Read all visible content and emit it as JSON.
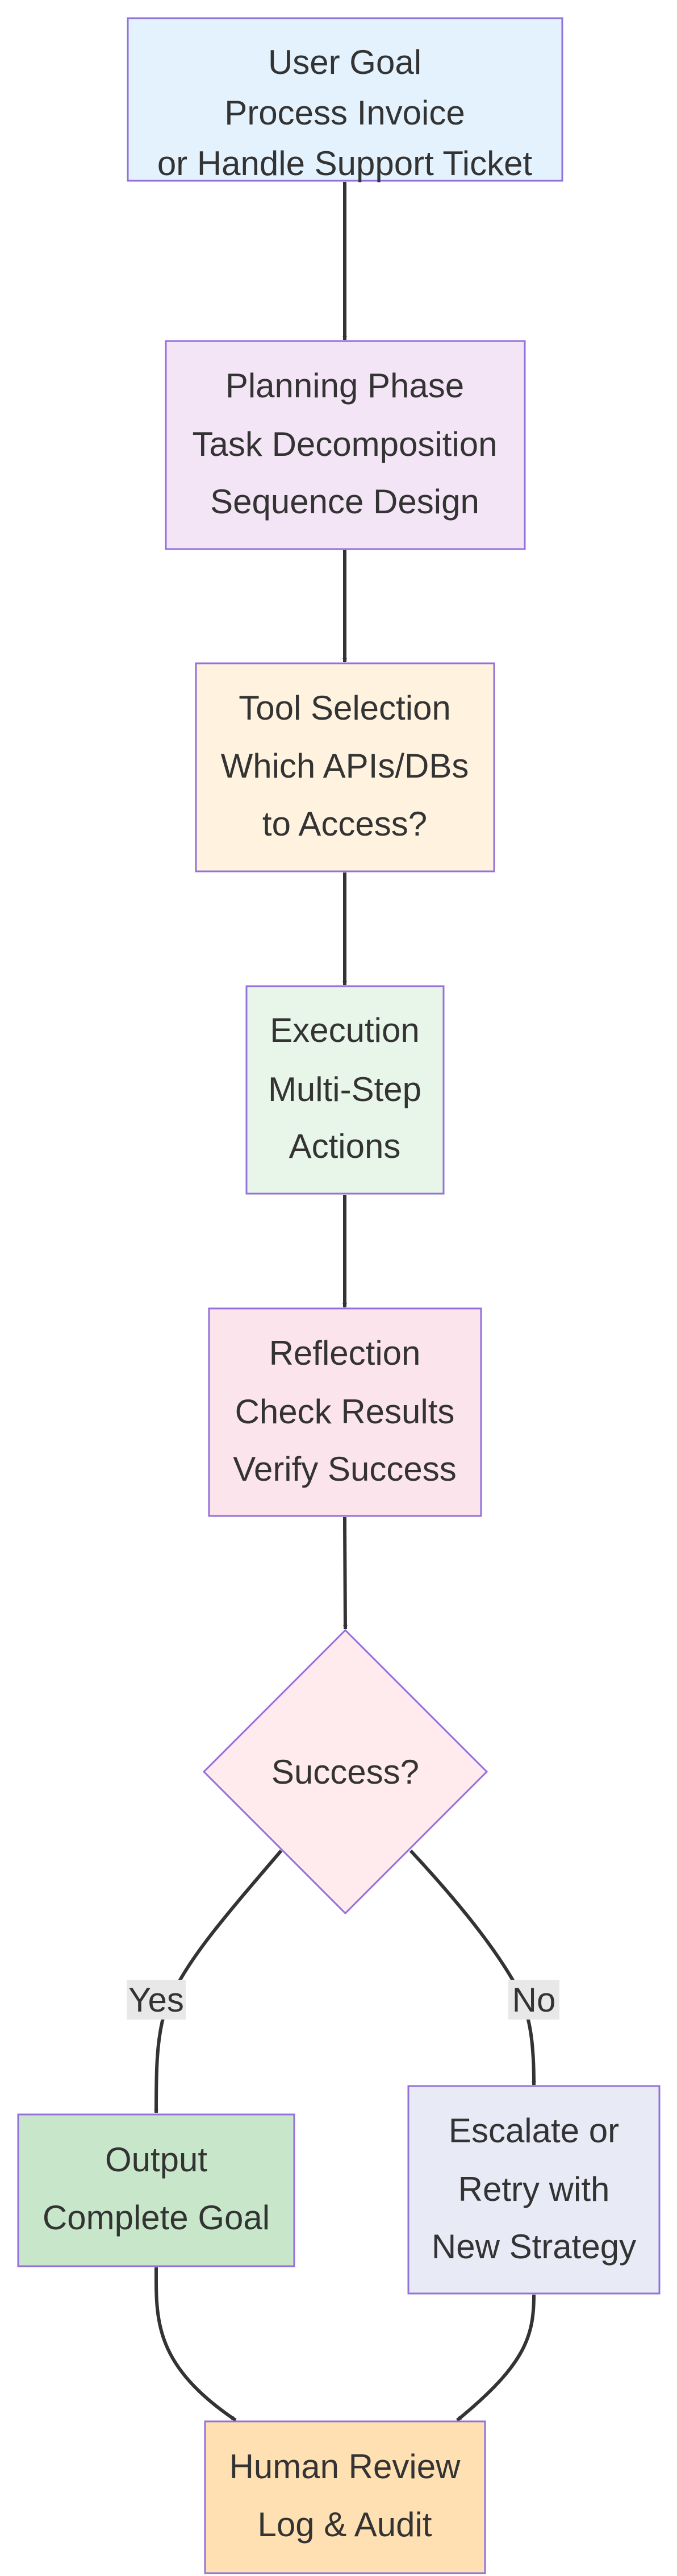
{
  "colors": {
    "border": "#9370DB",
    "edge": "#333333",
    "label_bg": "#e8e8e8"
  },
  "nodes": {
    "goal": {
      "lines": [
        "User Goal",
        "Process Invoice",
        "or Handle Support Ticket"
      ],
      "fill": "#E3F2FD"
    },
    "planning": {
      "lines": [
        "Planning Phase",
        "Task Decomposition",
        "Sequence Design"
      ],
      "fill": "#F3E5F5"
    },
    "tools": {
      "lines": [
        "Tool Selection",
        "Which APIs/DBs",
        "to Access?"
      ],
      "fill": "#FFF3E0"
    },
    "execution": {
      "lines": [
        "Execution",
        "Multi-Step",
        "Actions"
      ],
      "fill": "#E8F5E9"
    },
    "reflection": {
      "lines": [
        "Reflection",
        "Check Results",
        "Verify Success"
      ],
      "fill": "#FCE4EC"
    },
    "decision": {
      "lines": [
        "Success?"
      ],
      "fill": "#FFEBEE"
    },
    "output": {
      "lines": [
        "Output",
        "Complete Goal"
      ],
      "fill": "#C8E6C9"
    },
    "escalate": {
      "lines": [
        "Escalate or",
        "Retry with",
        "New Strategy"
      ],
      "fill": "#E8EAF6"
    },
    "review": {
      "lines": [
        "Human Review",
        "Log & Audit"
      ],
      "fill": "#FFE0B2"
    }
  },
  "edge_labels": {
    "yes": "Yes",
    "no": "No"
  }
}
